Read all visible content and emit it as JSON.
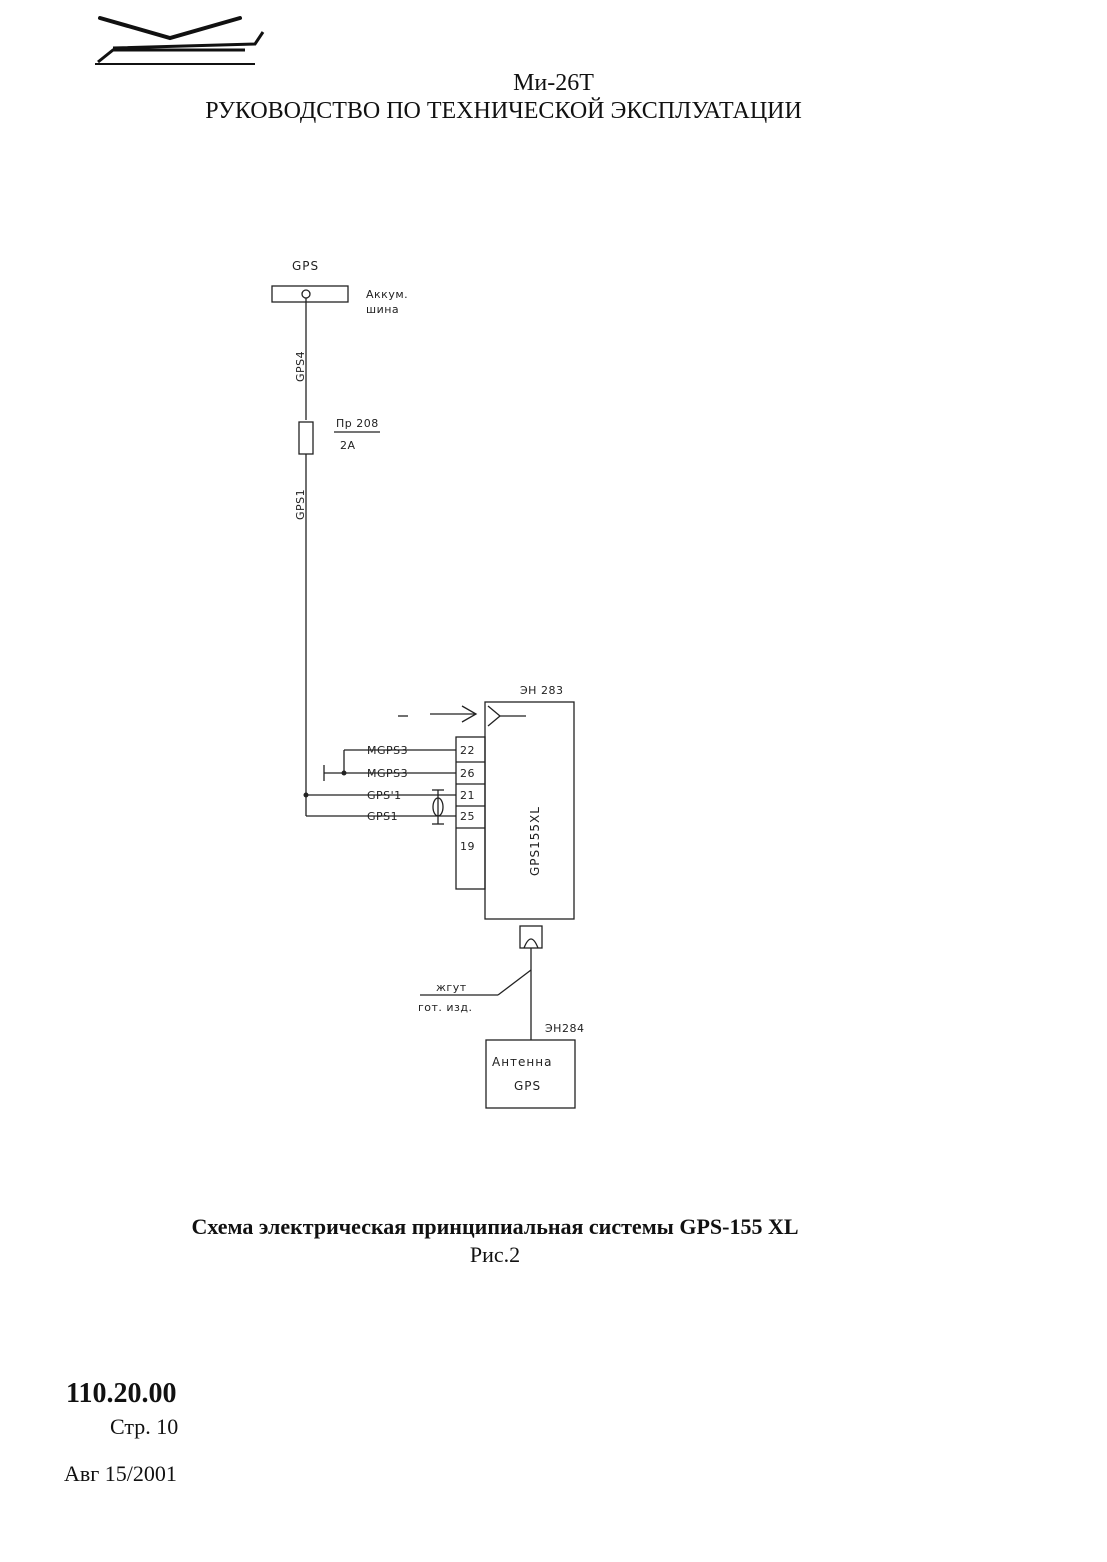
{
  "header": {
    "title": "Ми-26Т",
    "subtitle": "РУКОВОДСТВО ПО ТЕХНИЧЕСКОЙ ЭКСПЛУАТАЦИИ"
  },
  "schematic": {
    "top_label": "GPS",
    "bus_label_line1": "Аккум.",
    "bus_label_line2": "шина",
    "wire_upper": "GPS4",
    "wire_lower": "GPS1",
    "fuse_label": "Пр 208",
    "fuse_rating": "2А",
    "unit_ref": "ЭН 283",
    "unit_name": "GPS155XL",
    "connector_wires": [
      "MGPS3",
      "MGPS3",
      "GPS'1",
      "GPS1"
    ],
    "connector_pins": [
      "22",
      "26",
      "21",
      "25",
      "19"
    ],
    "harness_line1": "жгут",
    "harness_line2": "гот. изд.",
    "antenna_ref": "ЭН284",
    "antenna_line1": "Антенна",
    "antenna_line2": "GPS"
  },
  "caption": {
    "text": "Схема электрическая принципиальная системы GPS-155 XL",
    "figure": "Рис.2"
  },
  "footer": {
    "section_code": "110.20.00",
    "page": "Стр. 10",
    "date": "Авг 15/2001"
  }
}
